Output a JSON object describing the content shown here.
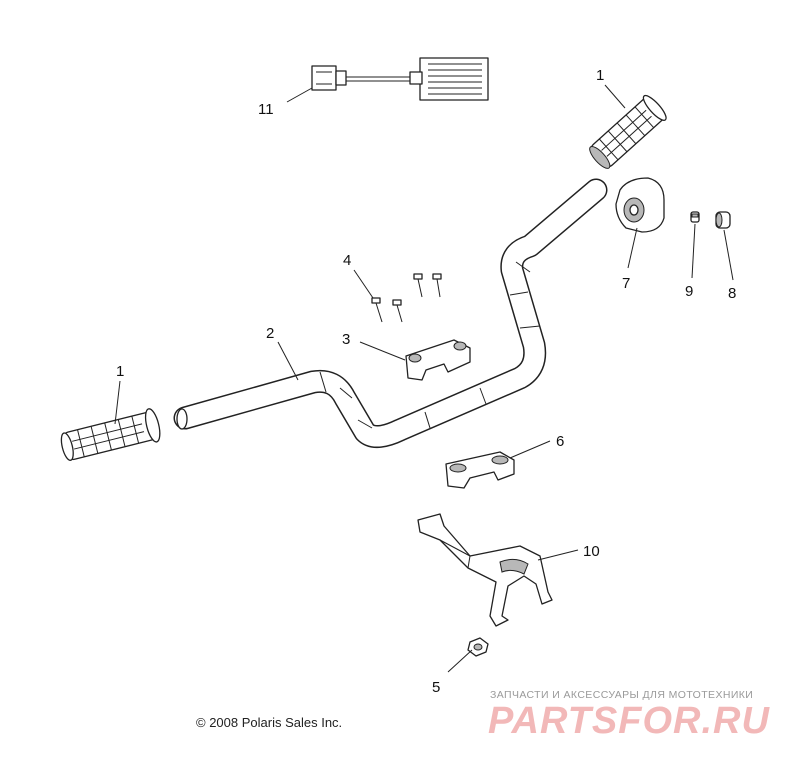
{
  "callouts": {
    "grip_left": "1",
    "grip_right": "1",
    "handlebar": "2",
    "clamp_upper": "3",
    "bolts": "4",
    "nut": "5",
    "clamp_lower": "6",
    "throttle_housing": "7",
    "end_cap": "8",
    "screw": "9",
    "bracket": "10",
    "heater_element": "11"
  },
  "footer": {
    "copyright": "© 2008 Polaris Sales Inc."
  },
  "watermark": {
    "tagline": "ЗАПЧАСТИ И АКСЕССУАРЫ ДЛЯ МОТОТЕХНИКИ",
    "logo": "PARTSFOR.RU"
  },
  "colors": {
    "line": "#222222",
    "watermark_logo": "#f2b8b8",
    "watermark_text": "#9a9a9a"
  }
}
